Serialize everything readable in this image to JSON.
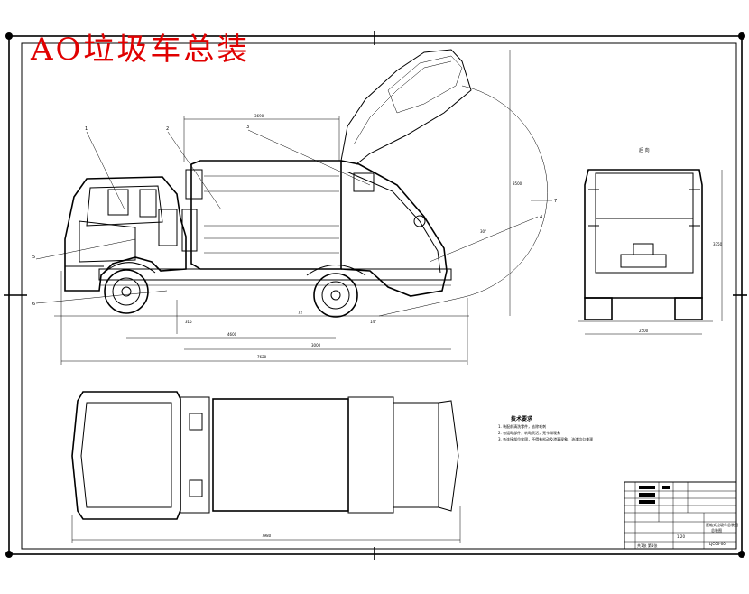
{
  "title": "AO垃圾车总装",
  "dimensions": {
    "top_length": "3690",
    "view_height": "3500",
    "wheelbase": "4600",
    "rear_length": "3000",
    "overall_length": "7620",
    "ground_clearance": "315",
    "angle_a": "30°",
    "angle_b": "14°",
    "front_height": "3350",
    "front_width": "2500",
    "plan_length": "7980",
    "slope": "72"
  },
  "callouts": [
    "1",
    "2",
    "3",
    "4",
    "5",
    "6",
    "7"
  ],
  "rear_view_label": "后 向",
  "notes": {
    "heading": "技术要求",
    "lines": [
      "1. 装配前清洗零件，去除毛刺",
      "2. 各运动部件，转动灵活，无卡滞现象",
      "3. 各连接部位牢固，不得有松动及渗漏现象，油漆均匀美观"
    ]
  },
  "title_block": {
    "drawing_name": "压缩式垃圾车总装图",
    "part_name": "总装图",
    "scale": "1:20",
    "code": "LJC00-00",
    "sheet": "共1张 第1张"
  }
}
